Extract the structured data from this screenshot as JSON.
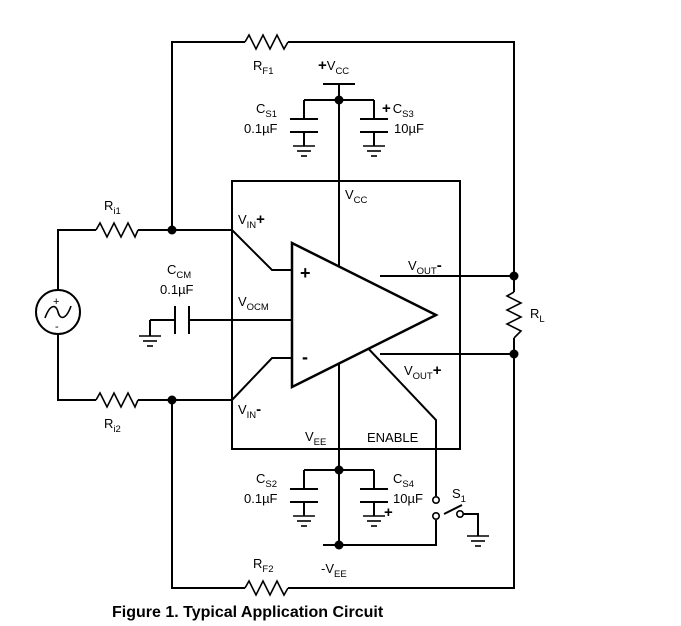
{
  "figure": {
    "caption": "Figure 1. Typical Application Circuit"
  },
  "labels": {
    "rf1": {
      "main": "R",
      "sub": "F1"
    },
    "rf2": {
      "main": "R",
      "sub": "F2"
    },
    "ri1": {
      "main": "R",
      "sub": "i1"
    },
    "ri2": {
      "main": "R",
      "sub": "i2"
    },
    "rl": {
      "main": "R",
      "sub": "L"
    },
    "vcc_top": {
      "sign": "+",
      "main": "V",
      "sub": "CC"
    },
    "vee_bottom": {
      "sign": "-",
      "main": "V",
      "sub": "EE"
    },
    "cs1": {
      "main": "C",
      "sub": "S1",
      "value": "0.1µF"
    },
    "cs3": {
      "sign": "+",
      "main": "C",
      "sub": "S3",
      "value": "10µF"
    },
    "cs2": {
      "main": "C",
      "sub": "S2",
      "value": "0.1µF"
    },
    "cs4": {
      "main": "C",
      "sub": "S4",
      "value": "10µF",
      "sign": "+"
    },
    "ccm": {
      "main": "C",
      "sub": "CM",
      "value": "0.1µF"
    },
    "s1": {
      "main": "S",
      "sub": "1"
    },
    "pin_vcc": {
      "main": "V",
      "sub": "CC"
    },
    "pin_vee": {
      "main": "V",
      "sub": "EE"
    },
    "pin_enable": "ENABLE",
    "pin_vin_plus": {
      "main": "V",
      "sub": "IN",
      "sign": "+"
    },
    "pin_vin_minus": {
      "main": "V",
      "sub": "IN",
      "sign": "-"
    },
    "pin_vocm": {
      "main": "V",
      "sub": "OCM"
    },
    "pin_vout_minus": {
      "main": "V",
      "sub": "OUT",
      "sign": "-"
    },
    "pin_vout_plus": {
      "main": "V",
      "sub": "OUT",
      "sign": "+"
    },
    "opamp_plus": "+",
    "opamp_minus": "-",
    "source_plus": "+",
    "source_minus": "-"
  }
}
